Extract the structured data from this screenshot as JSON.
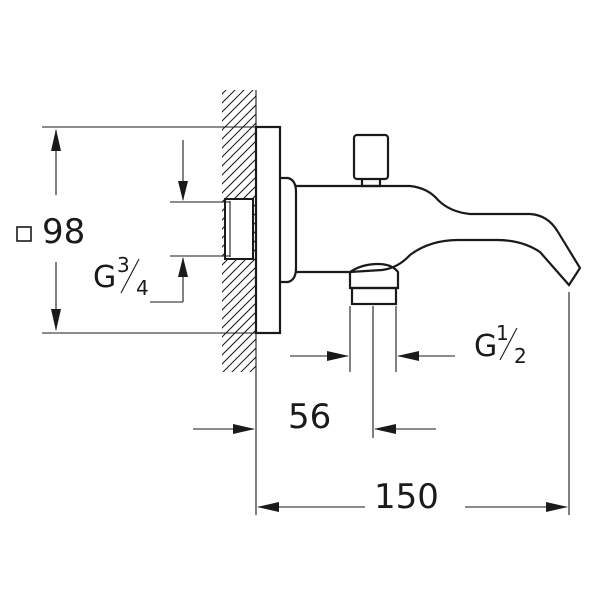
{
  "dimensions": {
    "flange_size": "98",
    "inlet_thread": {
      "prefix": "G",
      "num": "3",
      "den": "4"
    },
    "outlet_thread": {
      "prefix": "G",
      "num": "1",
      "den": "2"
    },
    "offset": "56",
    "overall_length": "150"
  },
  "icons": {
    "square_symbol": "square-outline"
  }
}
